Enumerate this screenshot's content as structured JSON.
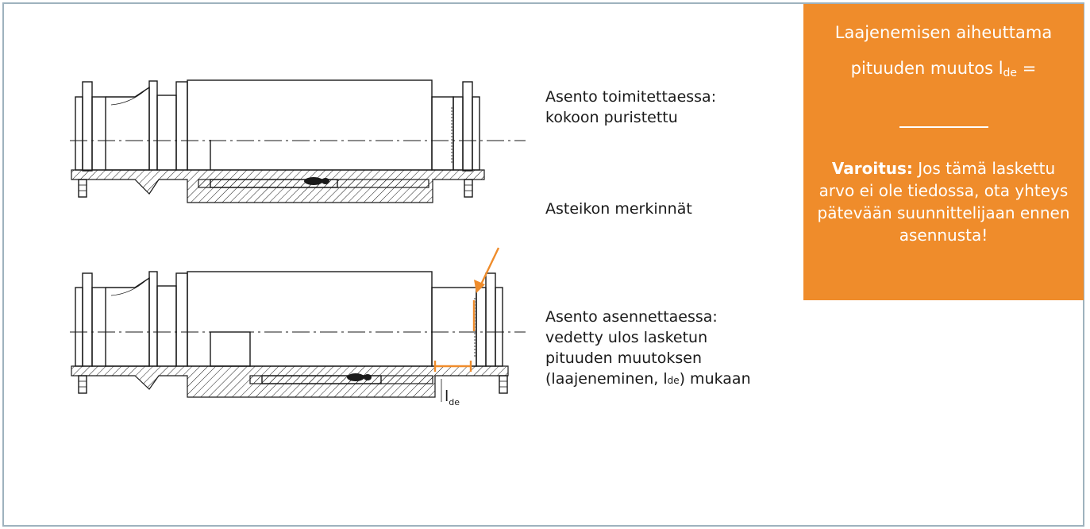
{
  "colors": {
    "accent": "#ef8c2b",
    "frame": "#9eb2be",
    "ink": "#1a1a1a"
  },
  "labels": {
    "delivery_line1": "Asento toimitettaessa:",
    "delivery_line2": "kokoon puristettu",
    "scale": "Asteikon merkinnät",
    "install_line1": "Asento asennettaessa:",
    "install_line2": "vedetty ulos lasketun",
    "install_line3": "pituuden muutoksen",
    "install_line4_pre": "(laajeneminen, l",
    "install_line4_sub": "de",
    "install_line4_post": ") mukaan"
  },
  "dimension": {
    "symbol": "l",
    "subscript": "de"
  },
  "warning": {
    "title_line1": "Laajenemisen aiheuttama",
    "title_line2_pre": "pituuden muutos l",
    "title_line2_sub": "de",
    "title_line2_post": " =",
    "bold": "Varoitus:",
    "text": " Jos tämä laskettu arvo ei ole tiedossa, ota yhteys pätevään suunnittelijaan ennen asennusta!"
  }
}
